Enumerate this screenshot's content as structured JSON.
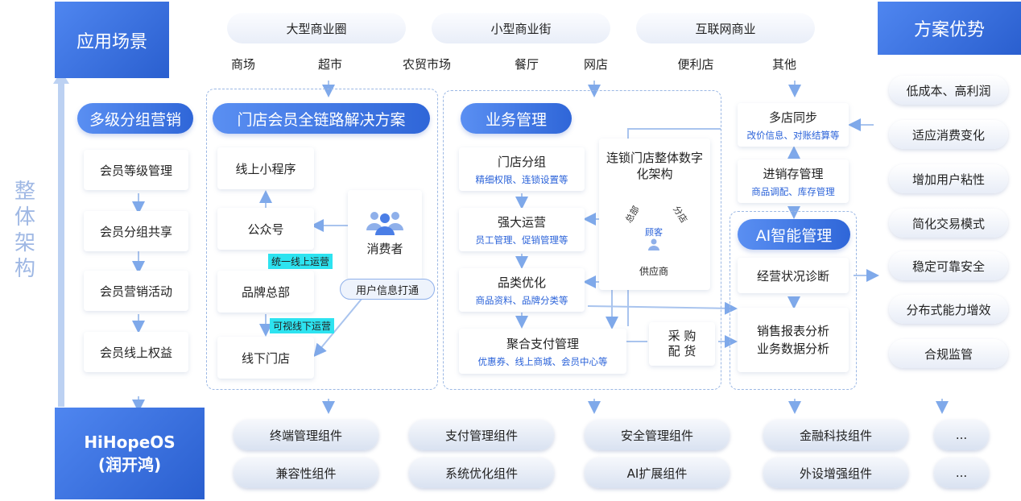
{
  "side_title": "整体架构",
  "header_left": "应用场景",
  "header_right": "方案优势",
  "top_groups": [
    "大型商业圈",
    "小型商业街",
    "互联网商业"
  ],
  "scene_items": [
    "商场",
    "超市",
    "农贸市场",
    "餐厅",
    "网店",
    "便利店",
    "其他"
  ],
  "col1": {
    "title": "多级分组营销",
    "items": [
      "会员等级管理",
      "会员分组共享",
      "会员营销活动",
      "会员线上权益"
    ]
  },
  "col2": {
    "title": "门店会员全链路解决方案",
    "items": [
      "线上小程序",
      "公众号",
      "品牌总部",
      "线下门店"
    ],
    "consumer": "消费者",
    "user_info": "用户信息打通",
    "tag1": "统一线上运营",
    "tag2": "可视线下运营"
  },
  "col3": {
    "title": "业务管理",
    "items": [
      {
        "name": "门店分组",
        "sub": "精细权限、连锁设置等"
      },
      {
        "name": "强大运营",
        "sub": "员工管理、促销管理等"
      },
      {
        "name": "品类优化",
        "sub": "商品资料、品牌分类等"
      },
      {
        "name": "聚合支付管理",
        "sub": "优惠券、线上商城、会员中心等"
      }
    ],
    "arch_title": "连锁门店整体数字化架构",
    "tri_left": "总部",
    "tri_right": "分店",
    "tri_center": "顾客",
    "tri_bottom": "供应商",
    "purchase": "采 购\n配 货"
  },
  "col4": {
    "sync": {
      "name": "多店同步",
      "sub": "改价信息、对账结算等"
    },
    "inventory": {
      "name": "进销存管理",
      "sub": "商品调配、库存管理"
    },
    "ai_title": "AI智能管理",
    "diag": "经营状况诊断",
    "report1": "销售报表分析",
    "report2": "业务数据分析"
  },
  "advantages": [
    "低成本、高利润",
    "适应消费变化",
    "增加用户粘性",
    "简化交易模式",
    "稳定可靠安全",
    "分布式能力增效",
    "合规监管"
  ],
  "os": {
    "line1": "HiHopeOS",
    "line2": "(润开鸿)"
  },
  "components_row1": [
    "终端管理组件",
    "支付管理组件",
    "安全管理组件",
    "金融科技组件",
    "..."
  ],
  "components_row2": [
    "兼容性组件",
    "系统优化组件",
    "AI扩展组件",
    "外设增强组件",
    "..."
  ],
  "colors": {
    "accent": "#2f66d8",
    "tag": "#2de3f0",
    "side_text": "#9fb8e4"
  }
}
